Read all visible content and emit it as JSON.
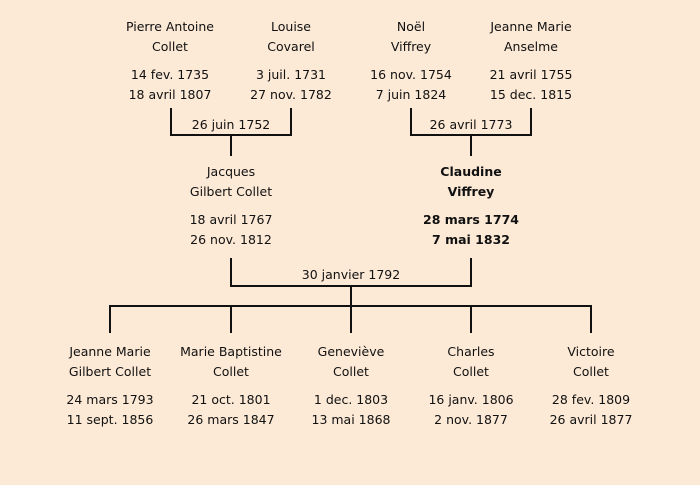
{
  "grandparents": [
    {
      "first": "Pierre Antoine",
      "last": "Collet",
      "birth": "14 fev. 1735",
      "death": "18 avril 1807"
    },
    {
      "first": "Louise",
      "last": "Covarel",
      "birth": "3 juil. 1731",
      "death": "27 nov. 1782"
    },
    {
      "first": "Noël",
      "last": "Viffrey",
      "birth": "16 nov. 1754",
      "death": "7 juin 1824"
    },
    {
      "first": "Jeanne Marie",
      "last": "Anselme",
      "birth": "21 avril 1755",
      "death": "15 dec. 1815"
    }
  ],
  "marriages": {
    "left_grandparents": "26 juin 1752",
    "right_grandparents": "26 avril 1773",
    "parents": "30 janvier 1792"
  },
  "parents": [
    {
      "first": "Jacques",
      "last": "Gilbert Collet",
      "birth": "18 avril 1767",
      "death": "26 nov. 1812"
    },
    {
      "first": "Claudine",
      "last": "Viffrey",
      "birth": "28 mars 1774",
      "death": "7 mai 1832"
    }
  ],
  "children": [
    {
      "first": "Jeanne Marie",
      "last": "Gilbert Collet",
      "birth": "24 mars 1793",
      "death": "11 sept. 1856"
    },
    {
      "first": "Marie Baptistine",
      "last": "Collet",
      "birth": "21 oct. 1801",
      "death": "26 mars 1847"
    },
    {
      "first": "Geneviève",
      "last": "Collet",
      "birth": "1 dec. 1803",
      "death": "13 mai 1868"
    },
    {
      "first": "Charles",
      "last": "Collet",
      "birth": "16 janv. 1806",
      "death": "2 nov. 1877"
    },
    {
      "first": "Victoire",
      "last": "Collet",
      "birth": "28 fev. 1809",
      "death": "26 avril 1877"
    }
  ]
}
